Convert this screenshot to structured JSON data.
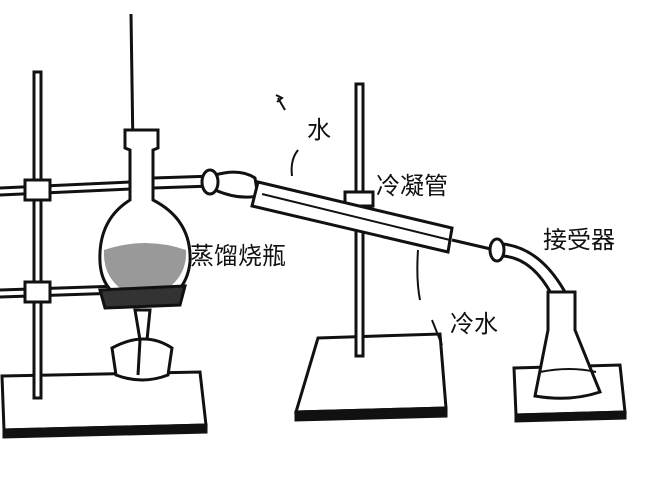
{
  "labels": {
    "water": "水",
    "condenser": "冷凝管",
    "receiver": "接受器",
    "distillation_flask": "蒸馏烧瓶",
    "cold_water": "冷水"
  },
  "colors": {
    "ink": "#111111",
    "background": "#ffffff"
  }
}
